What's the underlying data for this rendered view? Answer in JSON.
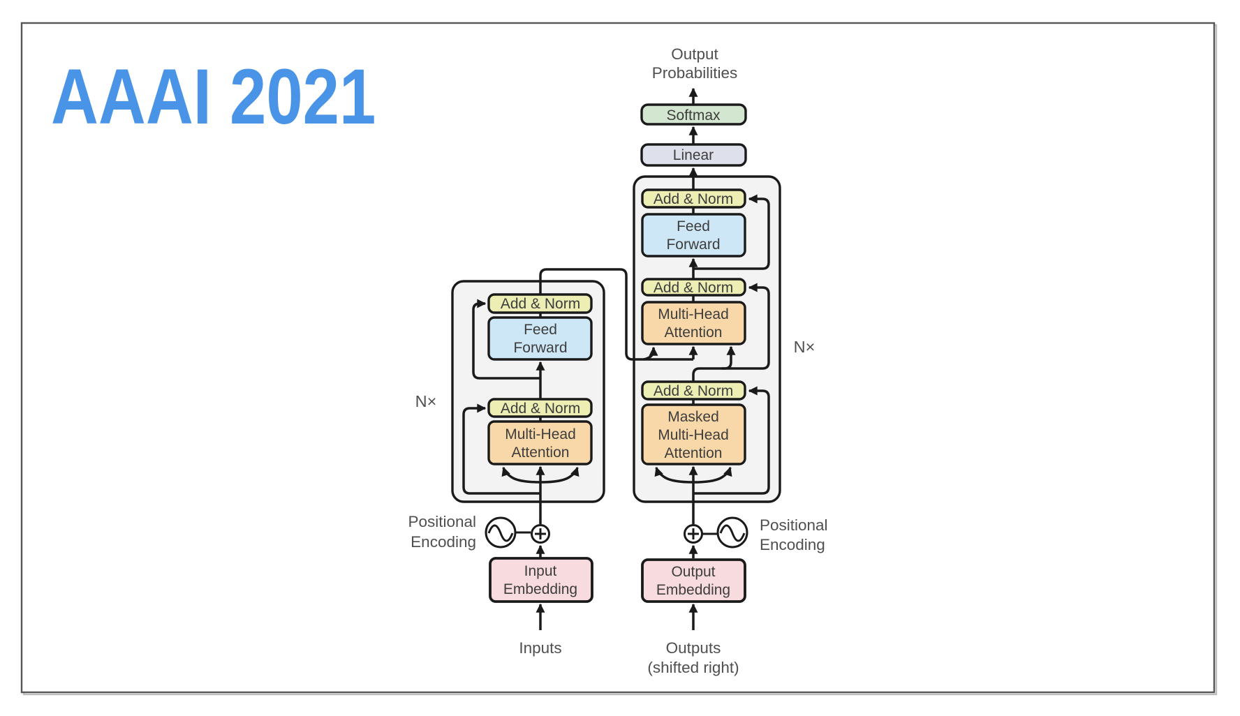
{
  "slide": {
    "title": "AAAI 2021",
    "title_color": "#4a94e8",
    "border_color": "#565656"
  },
  "diagram": {
    "colors": {
      "line": "#1a1a1a",
      "container_fill": "#f3f3f3",
      "softmax": "#d3e6cf",
      "linear": "#dee0eb",
      "add_norm": "#eceeb4",
      "feed_forward": "#cde7f6",
      "attention": "#f8d8a8",
      "embedding": "#f8dbde",
      "box_text": "#3d3d3d",
      "label_text": "#4f4f4f"
    },
    "labels": {
      "output": "Output",
      "probabilities": "Probabilities",
      "softmax": "Softmax",
      "linear": "Linear",
      "add_norm": "Add & Norm",
      "feed": "Feed",
      "forward": "Forward",
      "multi_head": "Multi-Head",
      "attention": "Attention",
      "masked": "Masked",
      "n": "N×",
      "positional": "Positional",
      "encoding": "Encoding",
      "input": "Input",
      "embedding": "Embedding",
      "inputs": "Inputs",
      "outputs": "Outputs",
      "shifted_right": "(shifted right)"
    }
  }
}
